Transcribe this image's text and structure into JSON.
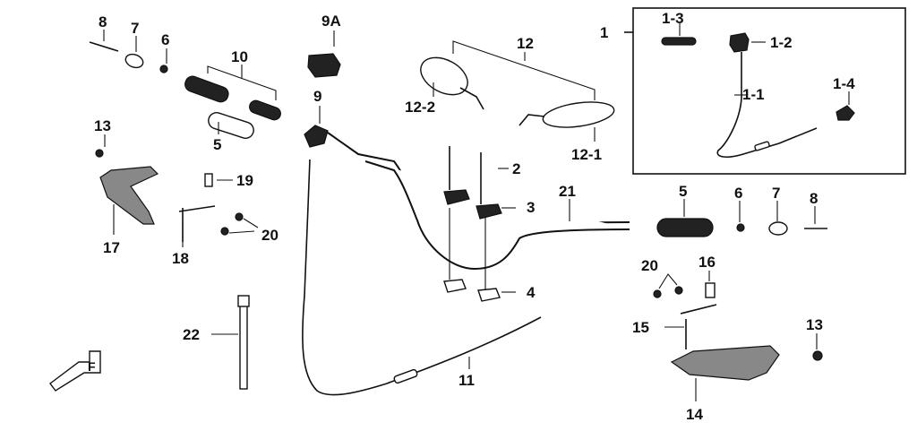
{
  "labels": {
    "l1": "1",
    "l1_1": "1-1",
    "l1_2": "1-2",
    "l1_3": "1-3",
    "l1_4": "1-4",
    "l2": "2",
    "l3": "3",
    "l4": "4",
    "l5_left": "5",
    "l5_right": "5",
    "l6_left": "6",
    "l6_right": "6",
    "l7_left": "7",
    "l7_right": "7",
    "l8_left": "8",
    "l8_right": "8",
    "l9": "9",
    "l9A": "9A",
    "l10": "10",
    "l11": "11",
    "l12": "12",
    "l12_1": "12-1",
    "l12_2": "12-2",
    "l13_left": "13",
    "l13_right": "13",
    "l14": "14",
    "l15": "15",
    "l16": "16",
    "l17": "17",
    "l18": "18",
    "l19": "19",
    "l20_left": "20",
    "l20_right": "20",
    "l21": "21",
    "l22": "22"
  },
  "front_marker_letter": "F",
  "colors": {
    "ink": "#111111",
    "background": "#ffffff"
  }
}
